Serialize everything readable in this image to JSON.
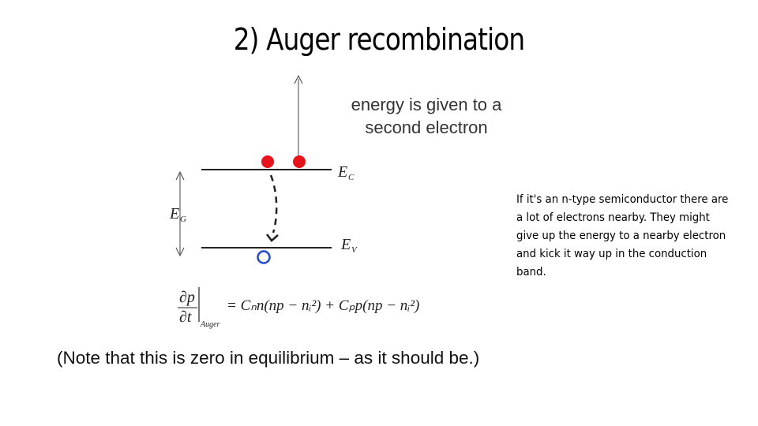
{
  "slide": {
    "title": "2) Auger recombination",
    "annotation_line1": "energy is given to a",
    "annotation_line2": "second electron",
    "side_note": "If it's an n-type semiconductor there are a lot of electrons nearby. They might give up the energy to a nearby electron and kick it way up in the conduction band.",
    "footnote": "(Note that this is zero in equilibrium – as it should be.)"
  },
  "labels": {
    "conduction_band": "E",
    "conduction_band_sub": "C",
    "valence_band": "E",
    "valence_band_sub": "V",
    "band_gap": "E",
    "band_gap_sub": "G"
  },
  "equation": {
    "lhs_num": "∂p",
    "lhs_den": "∂t",
    "lhs_sub": "Auger",
    "rhs": "= Cₙn(np − nᵢ²) + Cₚp(np − nᵢ²)"
  },
  "colors": {
    "electron": "#e8141c",
    "hole": "#1e47d6"
  }
}
